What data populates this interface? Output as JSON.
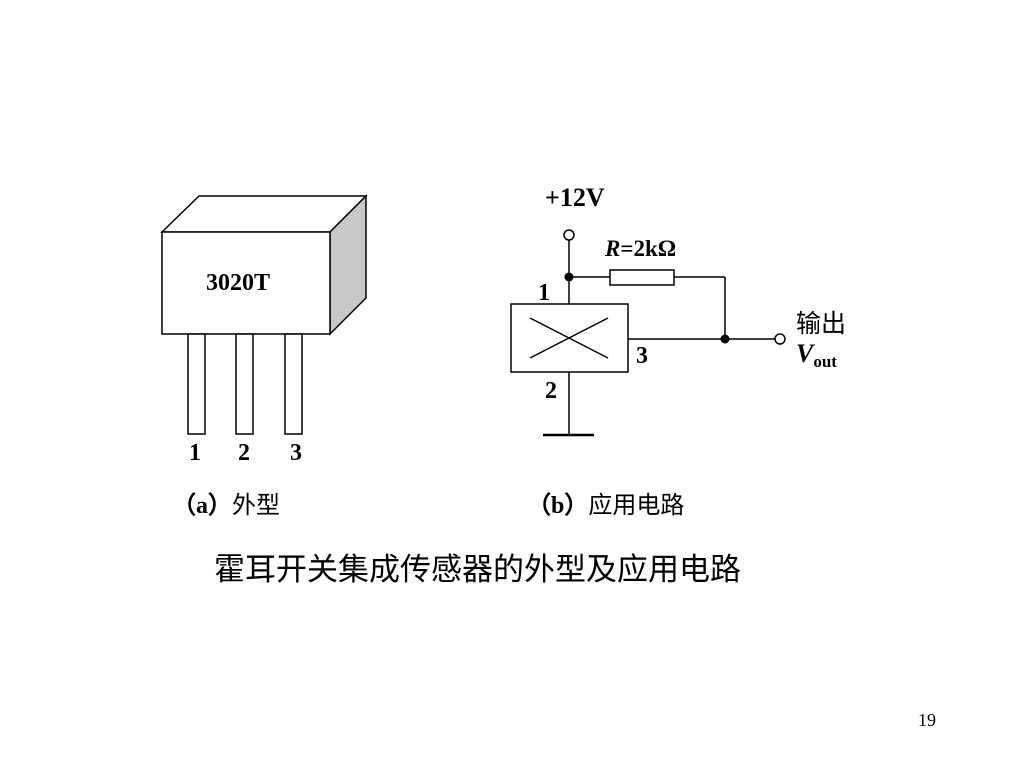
{
  "package": {
    "part_number": "3020T",
    "pins": [
      "1",
      "2",
      "3"
    ],
    "caption_prefix": "（a）",
    "caption_text": "外型"
  },
  "circuit": {
    "supply": "+12V",
    "resistor_symbol": "R",
    "resistor_value": "=2kΩ",
    "pin1": "1",
    "pin2": "2",
    "pin3": "3",
    "output_label": "输出",
    "vout_symbol": "V",
    "vout_sub": "out",
    "caption_prefix": "（b）",
    "caption_text": "应用电路"
  },
  "title": "霍耳开关集成传感器的外型及应用电路",
  "page_number": "19"
}
